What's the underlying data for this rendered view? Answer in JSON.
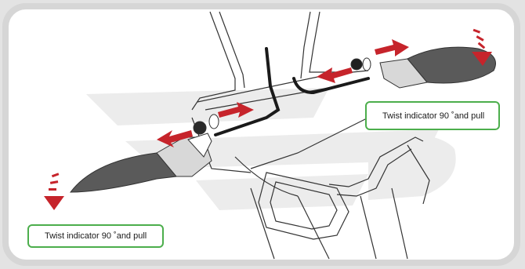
{
  "diagram": {
    "callouts": [
      {
        "id": "right",
        "text": "Twist indicator 90 ˚and pull"
      },
      {
        "id": "left",
        "text": "Twist indicator 90 ˚and pull"
      }
    ]
  },
  "colors": {
    "arrow": "#c6242b",
    "callout_border": "#4cae4c",
    "watermark": "#ececec",
    "line_art": "#333333"
  },
  "icons": [
    "rotate-arrow-icon",
    "pull-arrow-icon"
  ]
}
